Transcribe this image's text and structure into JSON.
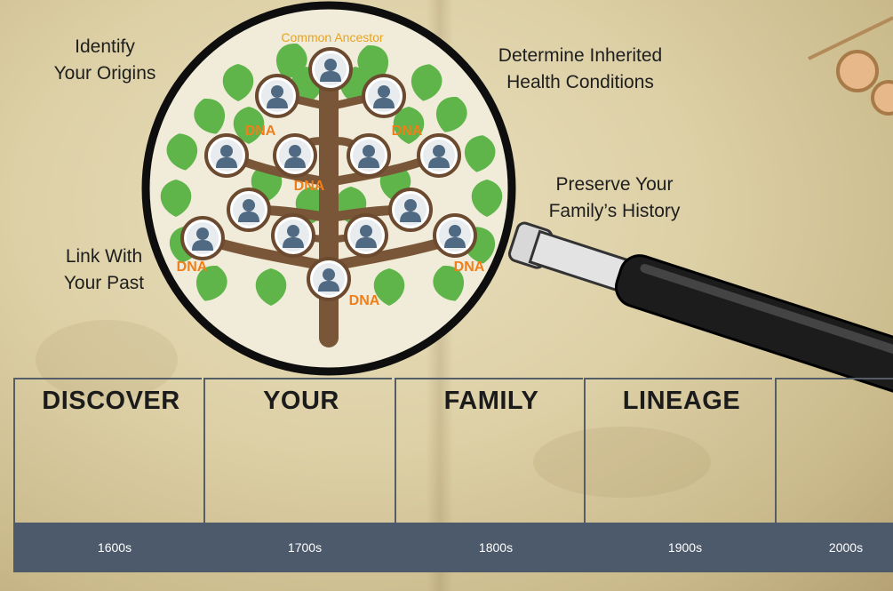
{
  "diagram": {
    "tree_label": "Common Ancestor",
    "dna_label": "DNA",
    "captions": [
      "Identify\nYour Origins",
      "Determine Inherited\nHealth Conditions",
      "Preserve Your\nFamily’s History",
      "Link With\nYour Past"
    ]
  },
  "stages": [
    "DISCOVER",
    "YOUR",
    "FAMILY",
    "LINEAGE",
    ""
  ],
  "timeline": [
    "1600s",
    "1700s",
    "1800s",
    "1900s",
    "2000s"
  ],
  "colors": {
    "leaf": "#5fb54a",
    "trunk": "#7a5638",
    "dna": "#ef7f1a",
    "band": "#4d5a6c",
    "avatar": "#4f6a82"
  },
  "icons": [
    "person-icon",
    "magnifier-icon",
    "glasses-icon"
  ]
}
